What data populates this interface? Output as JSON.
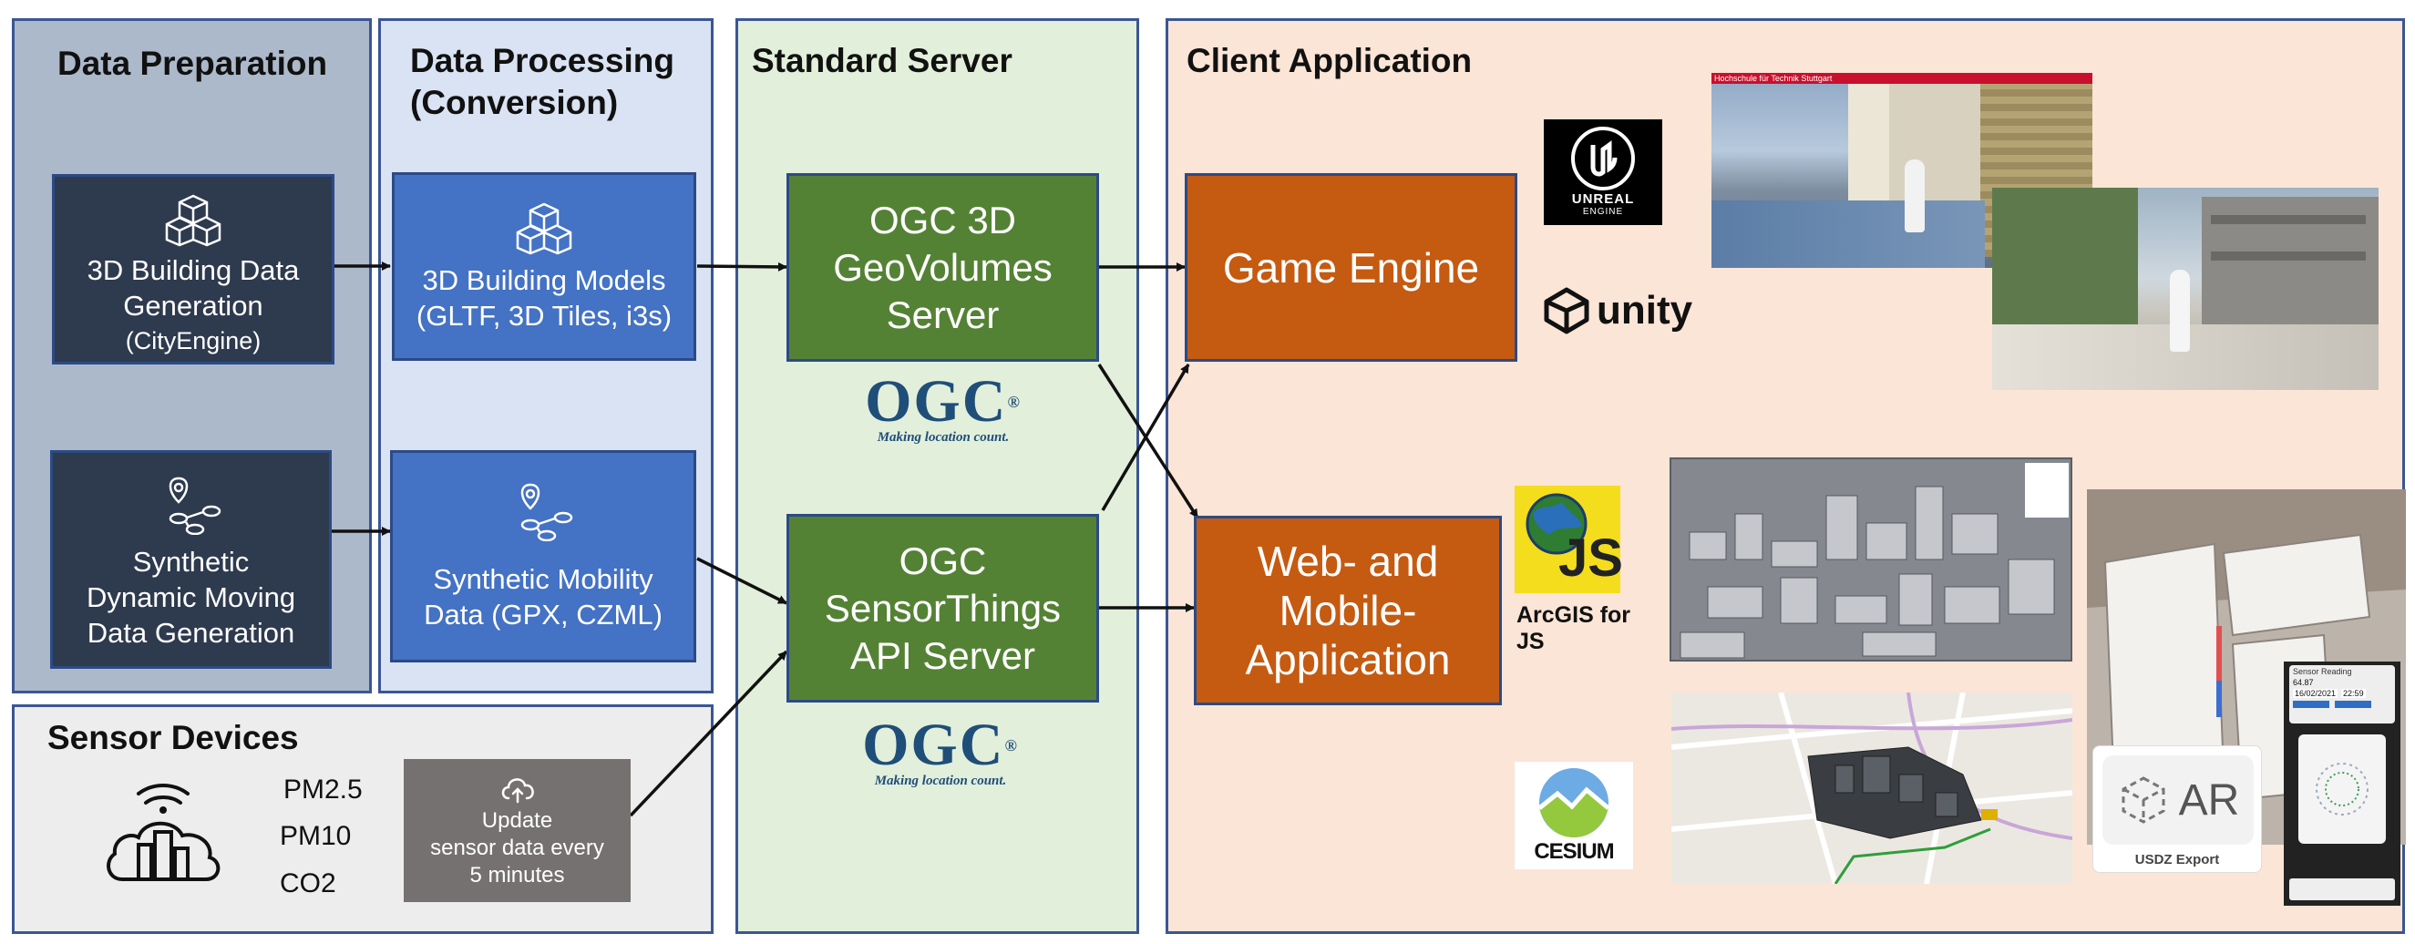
{
  "panels": {
    "data_preparation": "Data Preparation",
    "data_processing": "Data Processing\n(Conversion)",
    "standard_server": "Standard Server",
    "client_application": "Client Application",
    "sensor_devices": "Sensor Devices"
  },
  "boxes": {
    "building_generation": {
      "line1": "3D Building Data",
      "line2": "Generation",
      "line3": "(CityEngine)"
    },
    "mobility_generation": {
      "line1": "Synthetic",
      "line2": "Dynamic Moving",
      "line3": "Data Generation"
    },
    "building_models": {
      "line1": "3D Building Models",
      "line2": "(GLTF, 3D Tiles, i3s)"
    },
    "mobility_data": {
      "line1": "Synthetic Mobility",
      "line2": "Data (GPX, CZML)"
    },
    "geovolumes_server": {
      "line1": "OGC 3D",
      "line2": "GeoVolumes",
      "line3": "Server"
    },
    "sensorthings_server": {
      "line1": "OGC",
      "line2": "SensorThings",
      "line3": "API Server"
    },
    "game_engine": {
      "line1": "Game Engine"
    },
    "web_mobile": {
      "line1": "Web- and",
      "line2": "Mobile-",
      "line3": "Application"
    },
    "update_sensor": {
      "line1": "Update",
      "line2": "sensor data every",
      "line3": "5 minutes"
    }
  },
  "ogc_logo": {
    "mark": "OGC",
    "tagline": "Making location count."
  },
  "sensors": [
    "PM2.5",
    "PM10",
    "CO2"
  ],
  "logos": {
    "unreal_line1": "UNREAL",
    "unreal_line2": "ENGINE",
    "unity": "unity",
    "arcgis_js_mark": "JS",
    "arcgis_caption": "ArcGIS for\nJS",
    "cesium": "CESIUM"
  },
  "screenshots": {
    "game_banner": "Hochschule für Technik Stuttgart",
    "sensor_panel_title": "Sensor Reading",
    "sensor_panel_value": "64.87",
    "sensor_panel_date": "16/02/2021",
    "sensor_panel_time": "22:59",
    "ar_label": "AR",
    "usdz_label": "USDZ Export"
  },
  "colors": {
    "dark_box": "#2e3a4d",
    "blue_box": "#4472c4",
    "green_box": "#548235",
    "orange_box": "#c55a11",
    "panel_border": "#3a5694"
  }
}
